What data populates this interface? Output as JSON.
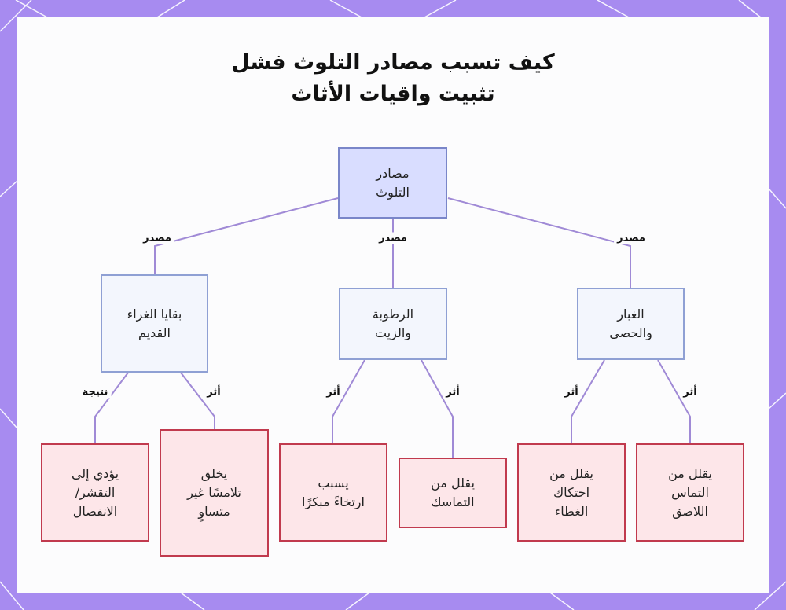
{
  "title": {
    "line1": "كيف تسبب مصادر التلوث فشل",
    "line2": "تثبيت واقيات الأثاث"
  },
  "nodes": {
    "root": "مصادر\nالتلوث",
    "residue": "بقايا الغراء\nالقديم",
    "moisture": "الرطوبة\nوالزيت",
    "dust": "الغبار\nوالحصى",
    "peeling": "يؤدي إلى\nالتقشر/\nالانفصال",
    "uneven": "يخلق\nتلامسًا غير\nمتساوٍ",
    "softening": "يسبب\nارتخاءً مبكرًا",
    "cohesion": "يقلل من\nالتماسك",
    "friction": "يقلل من\nاحتكاك\nالغطاء",
    "contact": "يقلل من\nالتماس\nاللاصق"
  },
  "edges": {
    "source": "مصدر",
    "effect": "أثر",
    "result": "نتيجة"
  },
  "colors": {
    "border": "#a78bf0",
    "connector": "#a08ad6",
    "root_fill": "#d9ddff",
    "effect_border": "#c13a4e"
  }
}
